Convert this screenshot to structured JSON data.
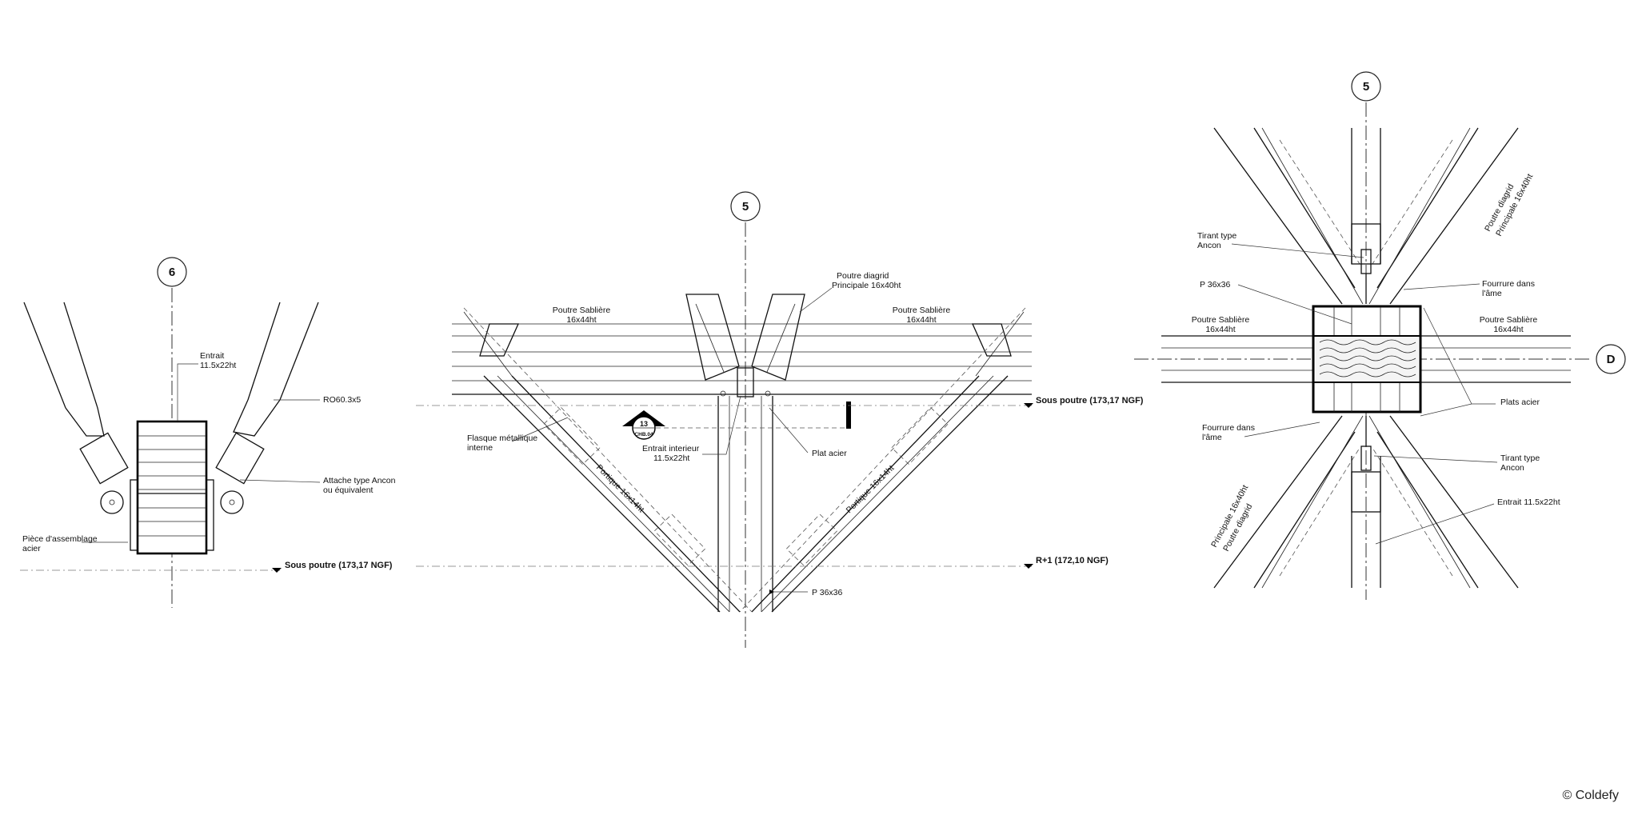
{
  "left_detail": {
    "grid_label": "6",
    "entrait_line1": "Entrait",
    "entrait_line2": "11.5x22ht",
    "ro_label": "RO60.3x5",
    "attache_line1": "Attache type Ancon",
    "attache_line2": "ou équivalent",
    "piece_line1": "Pièce d'assemblage",
    "piece_line2": "acier",
    "level": "Sous poutre (173,17 NGF)"
  },
  "center_detail": {
    "grid_label": "5",
    "poutre_diagrid_line1": "Poutre diagrid",
    "poutre_diagrid_line2": "Principale 16x40ht",
    "sabliere_left_line1": "Poutre Sablière",
    "sabliere_left_line2": "16x44ht",
    "sabliere_right_line1": "Poutre Sablière",
    "sabliere_right_line2": "16x44ht",
    "level_top": "Sous poutre (173,17 NGF)",
    "flasque_line1": "Flasque métallique",
    "flasque_line2": "interne",
    "section_num": "13",
    "section_ref": "CHB.04",
    "entrait_int_line1": "Entrait interieur",
    "entrait_int_line2": "11.5x22ht",
    "plat_acier": "Plat acier",
    "portique_left": "Portique 16x14ht",
    "portique_right": "Portique 16x14ht",
    "level_bottom": "R+1 (172,10 NGF)",
    "post_label": "P 36x36"
  },
  "right_detail": {
    "grid_top": "5",
    "grid_right": "D",
    "tirant_top_line1": "Tirant type",
    "tirant_top_line2": "Ancon",
    "post_label": "P 36x36",
    "sabliere_left_line1": "Poutre Sablière",
    "sabliere_left_line2": "16x44ht",
    "sabliere_right_line1": "Poutre Sablière",
    "sabliere_right_line2": "16x44ht",
    "fourrure_top_line1": "Fourrure dans",
    "fourrure_top_line2": "l'âme",
    "plats_acier": "Plats acier",
    "fourrure_left_line1": "Fourrure dans",
    "fourrure_left_line2": "l'âme",
    "tirant_bottom_line1": "Tirant type",
    "tirant_bottom_line2": "Ancon",
    "entrait_label": "Entrait 11.5x22ht",
    "diag_top_line1": "Poutre diagrid",
    "diag_top_line2": "Principale 16x40ht",
    "diag_bottom_line1": "Principale 16x40ht",
    "diag_bottom_line2": "Poutre diagrid"
  },
  "copyright": "© Coldefy"
}
